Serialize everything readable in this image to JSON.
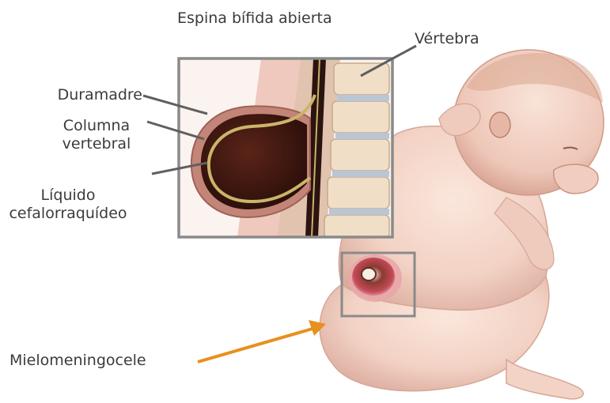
{
  "title": "Espina bífida abierta",
  "labels": {
    "vertebra": "Vértebra",
    "duramadre": "Duramadre",
    "columna_line1": "Columna",
    "columna_line2": "vertebral",
    "liquido_line1": "Líquido",
    "liquido_line2": "cefalorraquídeo",
    "mielomeningocele": "Mielomeningocele"
  },
  "colors": {
    "callout_arrow": "#e8901e",
    "leader_line": "#5f5f5f",
    "frame": "#8a8a8a",
    "skin": "#f2d2c4",
    "cyst": "#3a1410",
    "lesion": "#b13a47"
  }
}
